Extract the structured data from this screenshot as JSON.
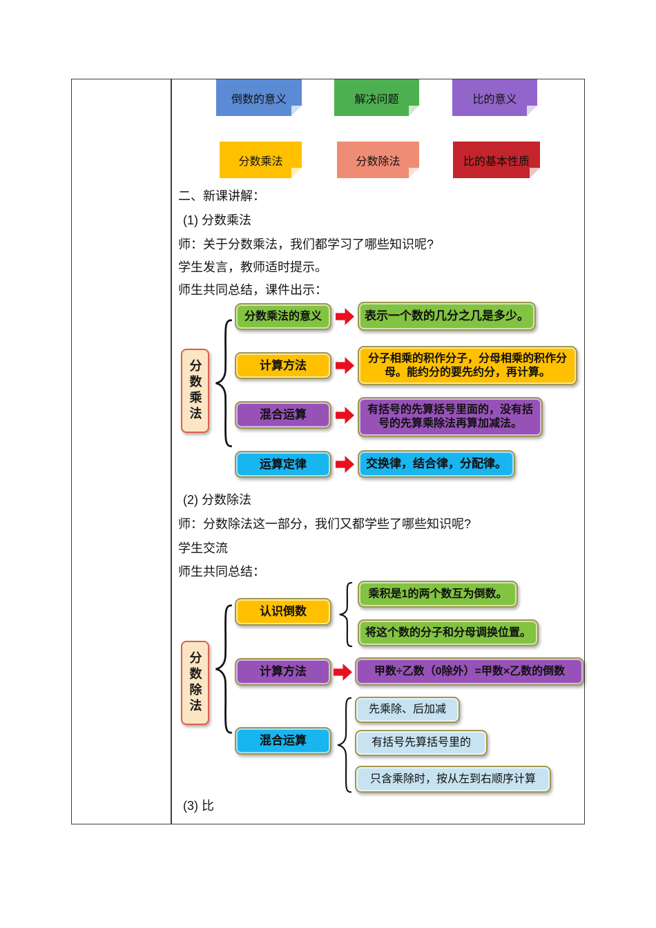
{
  "colors": {
    "topic_blue": "#5B8BD5",
    "topic_green": "#4CB050",
    "topic_purple": "#9265CB",
    "topic_yellow": "#FFC000",
    "topic_salmon": "#EF8C76",
    "topic_red": "#C4242B",
    "node_green": "#82C341",
    "node_yellow": "#FFC000",
    "node_purple": "#9752B8",
    "node_cyan": "#18B5F0",
    "node_lightblue": "#C7E3F1",
    "root_fill": "#FCE5C4",
    "root_border": "#D9604C",
    "arrow_red": "#E8101E"
  },
  "topics": [
    {
      "label": "倒数的意义"
    },
    {
      "label": "解决问题"
    },
    {
      "label": "比的意义"
    },
    {
      "label": "分数乘法"
    },
    {
      "label": "分数除法"
    },
    {
      "label": "比的基本性质"
    }
  ],
  "lecture": {
    "heading": "二、新课讲解：",
    "part1_title": "(1) 分数乘法",
    "part1_line1": "师：关于分数乘法，我们都学习了哪些知识呢?",
    "part1_line2": "学生发言，教师适时提示。",
    "part1_line3": "师生共同总结，课件出示：",
    "part2_title": "(2) 分数除法",
    "part2_line1": "师：分数除法这一部分，我们又都学些了哪些知识呢?",
    "part2_line2": "学生交流",
    "part2_line3": "师生共同总结：",
    "part3_title": "(3) 比"
  },
  "diagram1": {
    "root": "分数乘法",
    "rows": [
      {
        "label": "分数乘法的意义",
        "text": "表示一个数的几分之几是多少。"
      },
      {
        "label": "计算方法",
        "text": "分子相乘的积作分子，分母相乘的积作分母。能约分的要先约分，再计算。"
      },
      {
        "label": "混合运算",
        "text": "有括号的先算括号里面的，没有括号的先算乘除法再算加减法。"
      },
      {
        "label": "运算定律",
        "text": "交换律，结合律，分配律。"
      }
    ]
  },
  "diagram2": {
    "root": "分数除法",
    "reciprocal": {
      "label": "认识倒数",
      "items": [
        "乘积是1的两个数互为倒数。",
        "将这个数的分子和分母调换位置。"
      ]
    },
    "method": {
      "label": "计算方法",
      "text": "甲数÷乙数（0除外）=甲数×乙数的倒数"
    },
    "mixed": {
      "label": "混合运算",
      "items": [
        "先乘除、后加减",
        "有括号先算括号里的",
        "只含乘除时，按从左到右顺序计算"
      ]
    }
  }
}
